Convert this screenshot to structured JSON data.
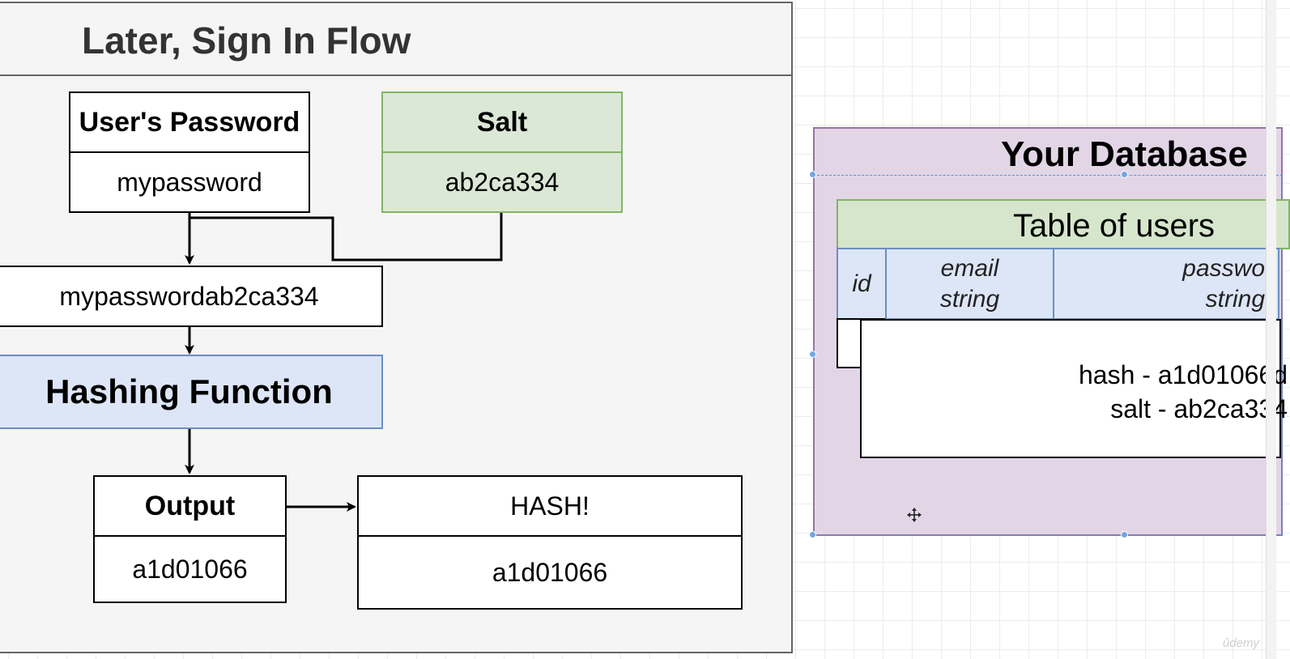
{
  "flow": {
    "title": "Later, Sign In Flow",
    "password_box": {
      "header": "User's Password",
      "value": "mypassword"
    },
    "salt_box": {
      "header": "Salt",
      "value": "ab2ca334"
    },
    "combined_value": "mypasswordab2ca334",
    "hashing_function": "Hashing Function",
    "output_box": {
      "header": "Output",
      "value": "a1d01066"
    },
    "hash_box": {
      "header": "HASH!",
      "value": "a1d01066"
    }
  },
  "database": {
    "title": "Your Database",
    "table": {
      "title": "Table of users",
      "columns": [
        {
          "name": "id",
          "type": ""
        },
        {
          "name": "email",
          "type": "string"
        },
        {
          "name": "passwo",
          "type": "string"
        }
      ]
    },
    "tooltip": {
      "line1": "hash - a1d01066d",
      "line2": "salt - ab2ca334"
    }
  },
  "watermark": "ûdemy",
  "colors": {
    "panel_bg": "#f5f5f5",
    "salt_fill": "#dbe8d5",
    "salt_stroke": "#82b366",
    "hash_fill": "#dde6f7",
    "hash_stroke": "#6c8ebf",
    "db_fill": "#e2d6e6",
    "db_stroke": "#9673a6"
  },
  "icons": [
    "arrow-down-icon",
    "arrow-right-icon",
    "move-icon"
  ]
}
